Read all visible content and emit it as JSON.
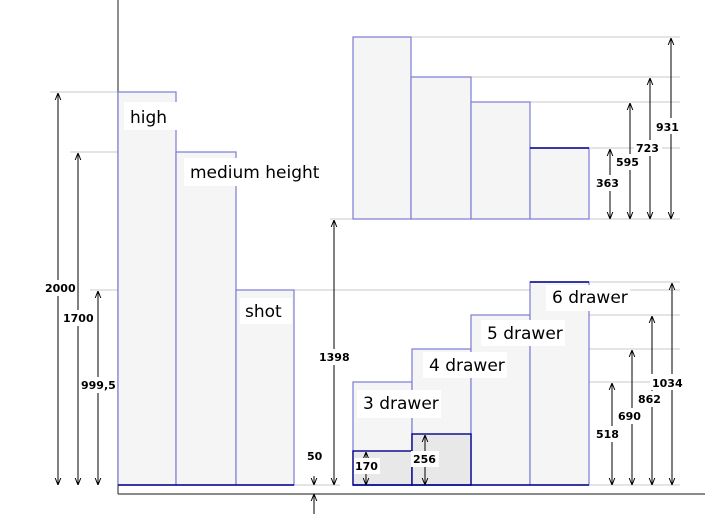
{
  "colors": {
    "panel_fill": "#f5f5f5",
    "panel_fill_dark": "#e8e8e8",
    "panel_stroke": "#7b7bd6",
    "panel_stroke_dark": "#00008b",
    "guide": "#c8c8c8",
    "axis": "#444444",
    "arrow": "#000000",
    "label_bg": "#ffffff"
  },
  "left_group": {
    "labels": {
      "high": "high",
      "medium": "medium height",
      "shot": "shot"
    },
    "dims": {
      "d2000": "2000",
      "d1700": "1700",
      "d999": "999,5",
      "d50": "50"
    }
  },
  "top_right_group": {
    "dims": {
      "d931": "931",
      "d723": "723",
      "d595": "595",
      "d363": "363"
    }
  },
  "bottom_right_group": {
    "offset_dim": "1398",
    "labels": {
      "d3": "3 drawer",
      "d4": "4 drawer",
      "d5": "5 drawer",
      "d6": "6 drawer"
    },
    "dims": {
      "d1034": "1034",
      "d862": "862",
      "d690": "690",
      "d518": "518",
      "d256": "256",
      "d170": "170"
    }
  }
}
